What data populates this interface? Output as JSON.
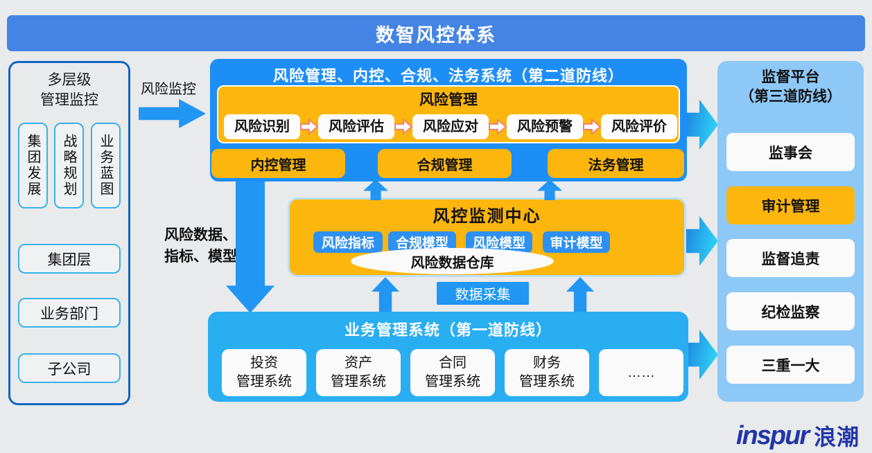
{
  "title": "数智风控体系",
  "colors": {
    "banner_blue": "#4484e4",
    "box_blue": "#1e8ef7",
    "orange": "#fcb60d",
    "cyan_box": "#29aef2",
    "right_panel_blue": "#8dc8f7",
    "arrow_blue": "#2196f3",
    "step_arrow_outline": "#f4806e",
    "logo_blue": "#2236a8"
  },
  "left_panel": {
    "title_line1": "多层级",
    "title_line2": "管理监控",
    "vertical_items": [
      "集团发展",
      "战略规划",
      "业务蓝图"
    ],
    "level_items": [
      "集团层",
      "业务部门",
      "子公司"
    ]
  },
  "flow": {
    "monitor_arrow_label": "风险监控",
    "data_label_line1": "风险数据、",
    "data_label_line2": "指标、模型",
    "data_collection_label": "数据采集"
  },
  "second_line": {
    "title": "风险管理、内控、合规、法务系统（第二道防线）",
    "risk_mgmt_title": "风险管理",
    "steps": [
      "风险识别",
      "风险评估",
      "风险应对",
      "风险预警",
      "风险评价"
    ],
    "modules": [
      "内控管理",
      "合规管理",
      "法务管理"
    ]
  },
  "monitor_center": {
    "title": "风控监测中心",
    "models": [
      "风险指标",
      "合规模型",
      "风险模型",
      "审计模型"
    ],
    "warehouse": "风险数据仓库"
  },
  "first_line": {
    "title": "业务管理系统（第一道防线）",
    "systems": [
      {
        "line1": "投资",
        "line2": "管理系统"
      },
      {
        "line1": "资产",
        "line2": "管理系统"
      },
      {
        "line1": "合同",
        "line2": "管理系统"
      },
      {
        "line1": "财务",
        "line2": "管理系统"
      },
      {
        "line1": "……",
        "line2": ""
      }
    ]
  },
  "third_line": {
    "title_line1": "监督平台",
    "title_line2": "（第三道防线）",
    "items": [
      {
        "label": "监事会",
        "highlight": false
      },
      {
        "label": "审计管理",
        "highlight": true
      },
      {
        "label": "监督追责",
        "highlight": false
      },
      {
        "label": "纪检监察",
        "highlight": false
      },
      {
        "label": "三重一大",
        "highlight": false
      }
    ]
  },
  "logo": {
    "en": "inspur",
    "zh": "浪潮"
  }
}
